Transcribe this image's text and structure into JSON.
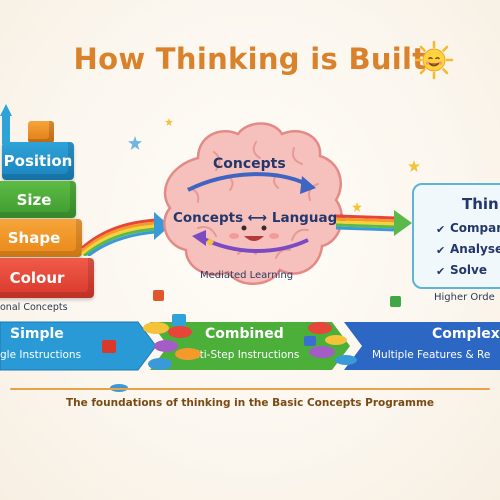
{
  "title": "How Thinking is Built",
  "left_stack": {
    "blocks": [
      "Position",
      "Size",
      "Shape",
      "Colour"
    ],
    "caption": "onal Concepts"
  },
  "brain": {
    "top_label": "Concepts",
    "middle_label": "Concepts ⟷ Language",
    "bottom_label": "Mediated Learning"
  },
  "right_card": {
    "title": "Thin",
    "items": [
      "Compar",
      "Analyse",
      "Solve"
    ],
    "check": "✔",
    "caption": "Higher Orde"
  },
  "stages": [
    {
      "label": "Simple",
      "sub": "gle Instructions"
    },
    {
      "label": "Combined",
      "sub": "Multi-Step Instructions"
    },
    {
      "label": "Complex",
      "sub": "Multiple Features & Re"
    }
  ],
  "footer": "The foundations of thinking in the Basic Concepts Programme",
  "colors": {
    "title": "#d9822b",
    "simple_band": "#2a9ad6",
    "combined_band": "#4caf3a",
    "complex_band": "#2c67c4",
    "brain": "#f4b6b3"
  },
  "icons": [
    "sun-icon",
    "brain-icon",
    "rainbow-arrow-icon",
    "star-icon",
    "cube-icon",
    "stepping-stones-icon"
  ]
}
